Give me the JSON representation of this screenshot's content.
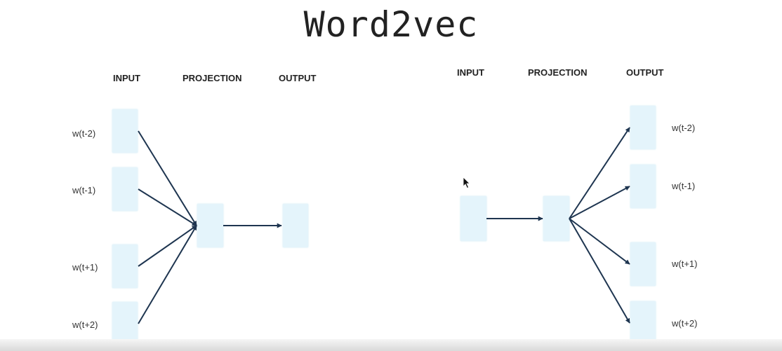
{
  "title": "Word2vec",
  "cbow": {
    "labels": {
      "input": "INPUT",
      "projection": "PROJECTION",
      "output": "OUTPUT"
    },
    "words": [
      "w(t-2)",
      "w(t-1)",
      "w(t+1)",
      "w(t+2)"
    ]
  },
  "skipgram": {
    "labels": {
      "input": "INPUT",
      "projection": "PROJECTION",
      "output": "OUTPUT"
    },
    "words": [
      "w(t-2)",
      "w(t-1)",
      "w(t+1)",
      "w(t+2)"
    ]
  },
  "colors": {
    "box": "#e4f4fb",
    "arrow": "#1e3550"
  }
}
